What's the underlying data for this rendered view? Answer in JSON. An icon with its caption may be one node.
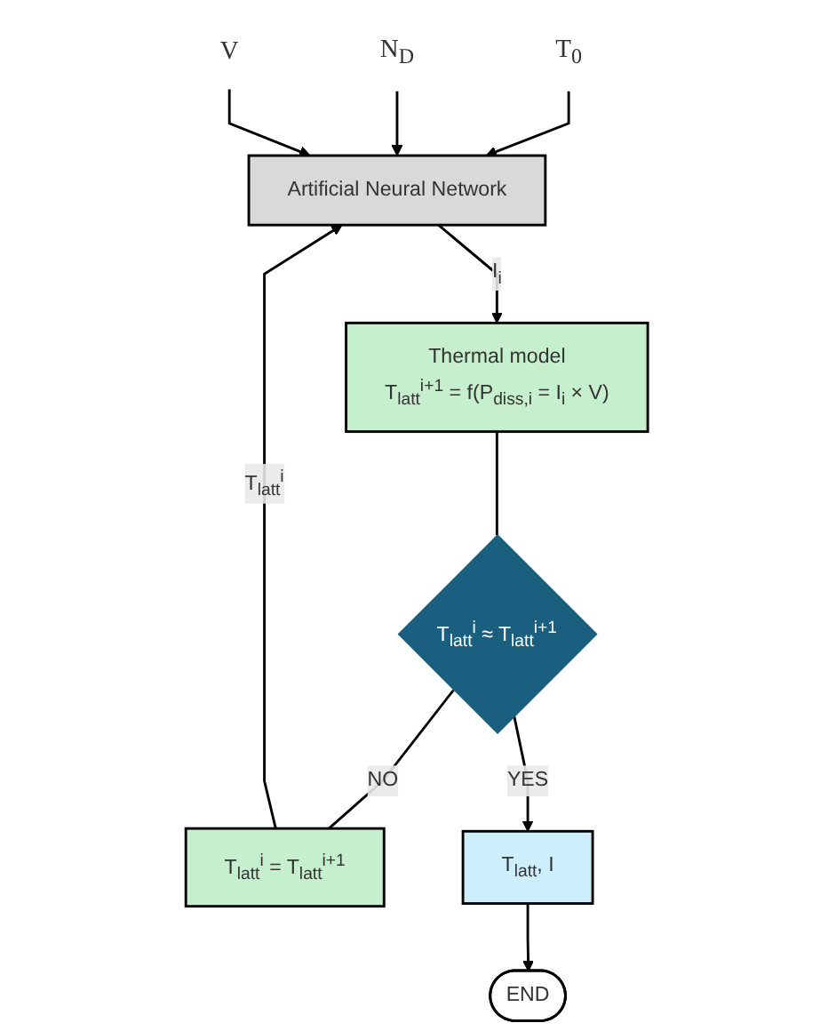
{
  "diagram": {
    "nodes": [
      {
        "text": [
          "T$_{0}$"
        ]
      },
      {
        "text": [
          "N$_{D}$"
        ]
      },
      {
        "text": [
          "V"
        ]
      },
      {
        "text": [
          "Artificial Neural Network"
        ]
      },
      {
        "text": [
          "Thermal model",
          "T$_{latt}$$^{i+1}$ = f(P$_{diss,i}$ = I$_{i}$ × V)"
        ]
      },
      {
        "text": [
          "T$_{latt}$$^{i}$ ≈ T$_{latt}$$^{i+1}$"
        ]
      },
      {
        "text": [
          "T$_{latt}$$^{i}$ = T$_{latt}$$^{i+1}$"
        ]
      },
      {
        "text": [
          "T$_{latt}$, I"
        ]
      },
      {
        "text": [
          "END"
        ]
      }
    ],
    "edges": [
      {
        "from": 0,
        "to": 3,
        "arrow": "to"
      },
      {
        "from": 1,
        "to": 3,
        "arrow": "to"
      },
      {
        "from": 2,
        "to": 3,
        "arrow": "to"
      },
      {
        "from": 3,
        "to": 4,
        "label": "I$_{i}$",
        "arrow": "to"
      },
      {
        "from": 4,
        "to": 5,
        "arrow": "none"
      },
      {
        "from": 5,
        "to": 6,
        "label": "NO",
        "arrow": "none"
      },
      {
        "from": 6,
        "to": 3,
        "label": "T$_{latt}$$^{i}$",
        "arrow": "to"
      },
      {
        "from": 5,
        "to": 7,
        "label": "YES",
        "arrow": "to"
      },
      {
        "from": 7,
        "to": 8,
        "arrow": "to"
      }
    ]
  }
}
